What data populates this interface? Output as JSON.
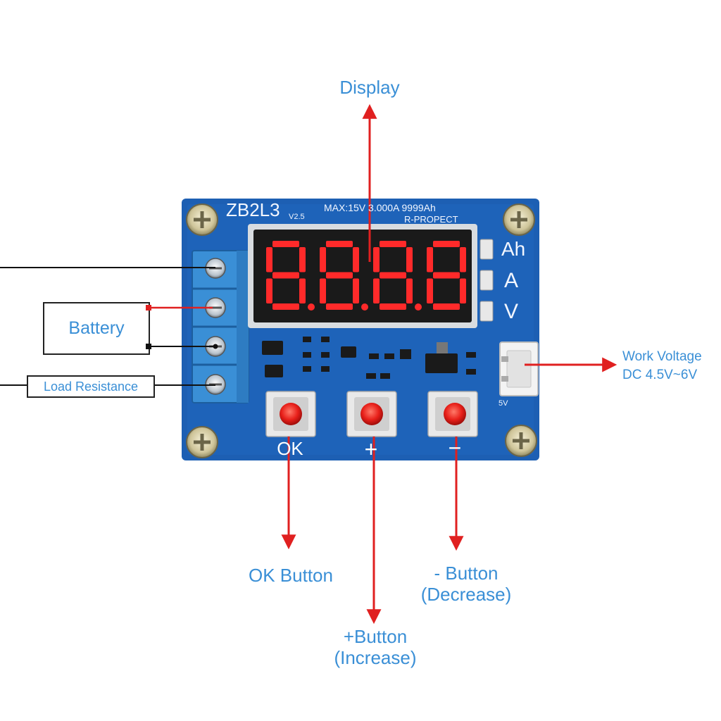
{
  "callouts": {
    "display": "Display",
    "battery": "Battery",
    "load_resistance": "Load Resistance",
    "work_voltage_line1": "Work Voltage",
    "work_voltage_line2": "DC 4.5V~6V",
    "ok_button": "OK Button",
    "plus_button_line1": "+Button",
    "plus_button_line2": "(Increase)",
    "minus_button_line1": "- Button",
    "minus_button_line2": "(Decrease)"
  },
  "board": {
    "model": "ZB2L3",
    "version": "V2.5",
    "spec": "MAX:15V  3.000A  9999Ah",
    "brand": "R-PROPECT",
    "display_digits": "8.8.8.8",
    "unit_ah": "Ah",
    "unit_a": "A",
    "unit_v": "V",
    "button_ok": "OK",
    "button_plus": "+",
    "button_minus": "−",
    "connector_label": "5V"
  },
  "colors": {
    "callout_text": "#3a8fd6",
    "arrow": "#e02020",
    "pcb_blue": "#1d5fb3",
    "terminal_blue": "#3a8fd6",
    "segment_red": "#ff2a2a"
  }
}
